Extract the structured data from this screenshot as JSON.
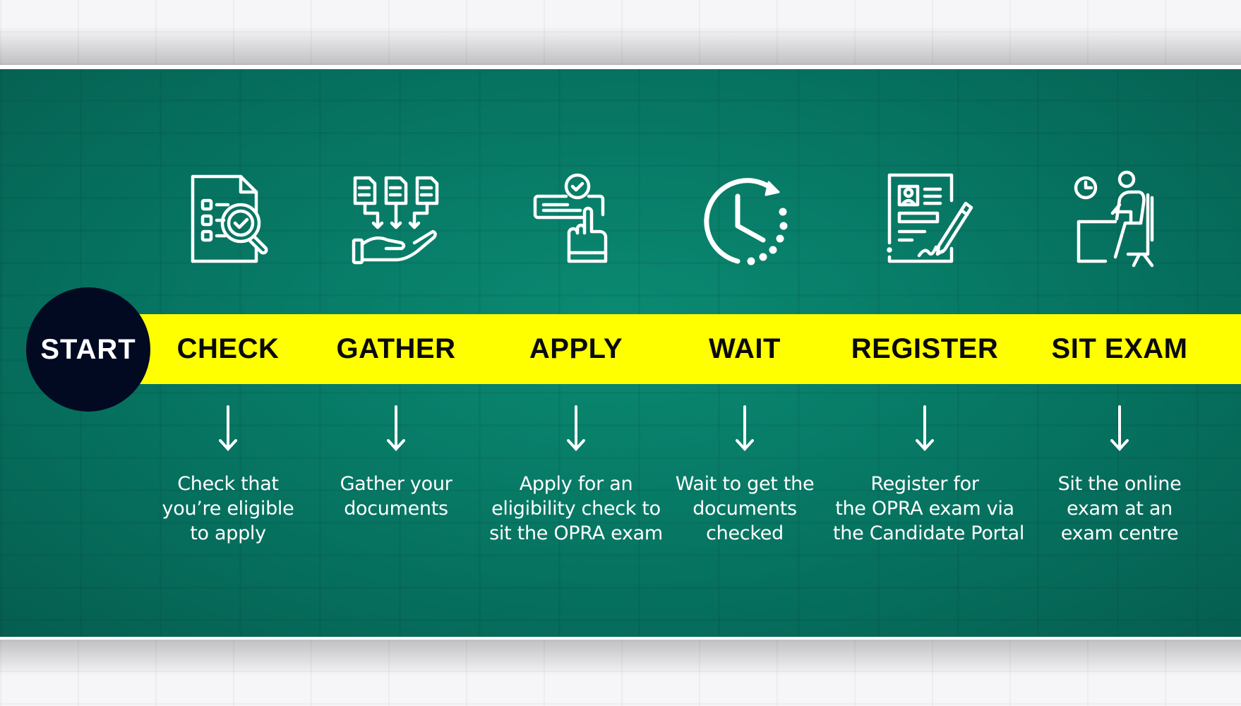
{
  "colors": {
    "panel_green": "#077a66",
    "band_yellow": "#ffff00",
    "start_circle": "#020a22",
    "text_white": "#ffffff",
    "heading_black": "#0a0a0a"
  },
  "start": {
    "label": "START"
  },
  "steps": [
    {
      "heading": "CHECK",
      "icon": "document-checklist-magnifier-icon",
      "description": [
        "Check that",
        "you’re eligible",
        "to apply"
      ]
    },
    {
      "heading": "GATHER",
      "icon": "documents-into-hand-icon",
      "description": [
        "Gather your",
        "documents"
      ]
    },
    {
      "heading": "APPLY",
      "icon": "hand-tap-checkmark-form-icon",
      "description": [
        "Apply for an",
        "eligibility check to",
        "sit the OPRA exam"
      ]
    },
    {
      "heading": "WAIT",
      "icon": "clock-timer-icon",
      "description": [
        "Wait to get the",
        "documents",
        "checked"
      ]
    },
    {
      "heading": "REGISTER",
      "icon": "form-signature-pen-icon",
      "description": [
        "Register for",
        "the OPRA exam via",
        "the Candidate Portal"
      ]
    },
    {
      "heading": "SIT EXAM",
      "icon": "person-at-desk-exam-icon",
      "description": [
        "Sit the online",
        "exam at an",
        "exam centre"
      ]
    }
  ]
}
